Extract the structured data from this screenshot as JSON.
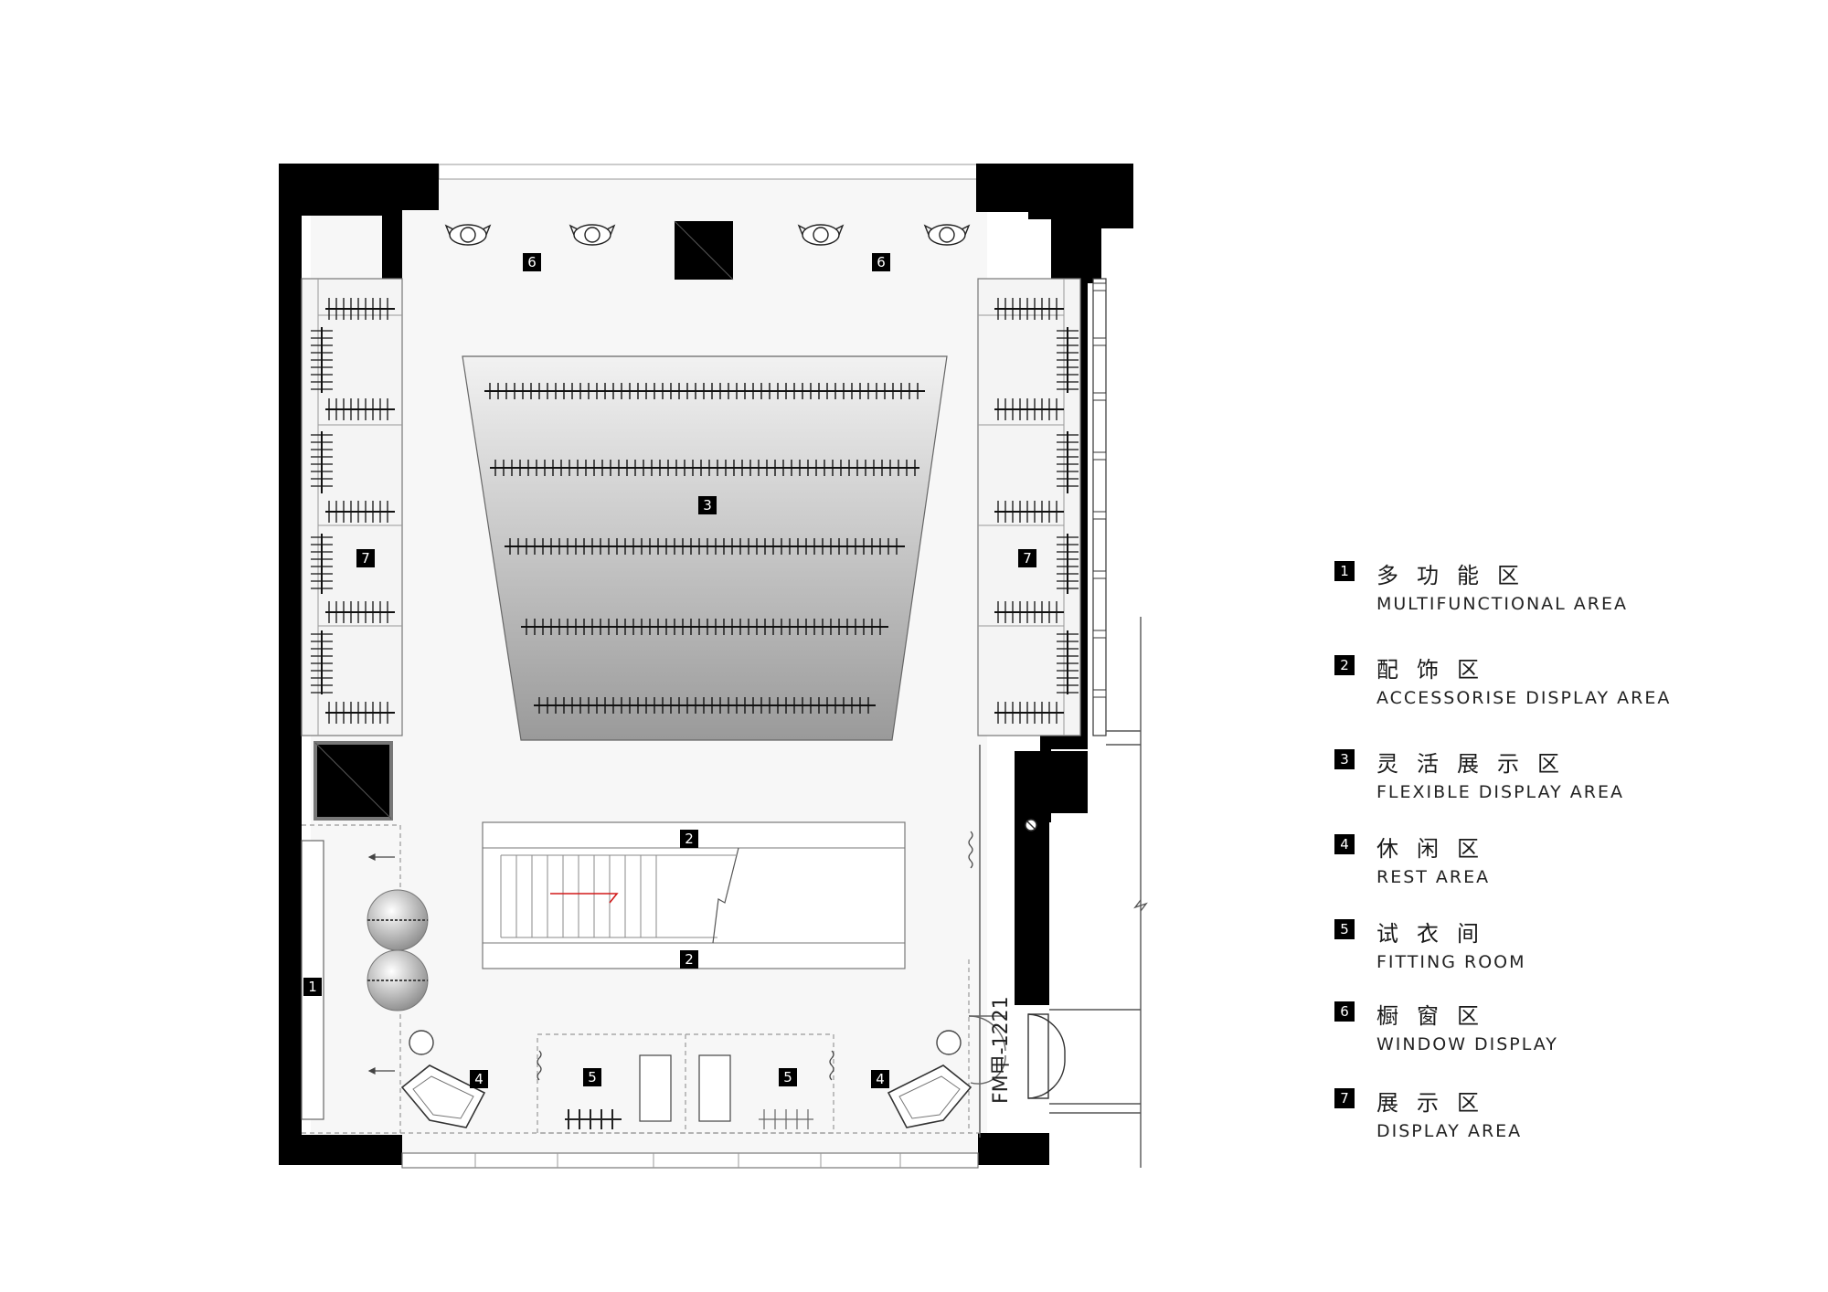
{
  "plan": {
    "door_code": "FM甲-1221",
    "zone_labels": [
      {
        "id": "6",
        "num": "6"
      },
      {
        "id": "6b",
        "num": "6"
      },
      {
        "id": "3",
        "num": "3"
      },
      {
        "id": "7",
        "num": "7"
      },
      {
        "id": "7b",
        "num": "7"
      },
      {
        "id": "2",
        "num": "2"
      },
      {
        "id": "2b",
        "num": "2"
      },
      {
        "id": "1",
        "num": "1"
      },
      {
        "id": "4",
        "num": "4"
      },
      {
        "id": "4b",
        "num": "4"
      },
      {
        "id": "5",
        "num": "5"
      },
      {
        "id": "5b",
        "num": "5"
      }
    ]
  },
  "legend": {
    "items": [
      {
        "num": "1",
        "cn": "多功能区",
        "en": "MULTIFUNCTIONAL AREA"
      },
      {
        "num": "2",
        "cn": "配饰区",
        "en": "ACCESSORISE DISPLAY AREA"
      },
      {
        "num": "3",
        "cn": "灵活展示区",
        "en": "FLEXIBLE DISPLAY AREA"
      },
      {
        "num": "4",
        "cn": "休闲区",
        "en": "REST      AREA"
      },
      {
        "num": "5",
        "cn": "试衣间",
        "en": "FITTING  ROOM"
      },
      {
        "num": "6",
        "cn": "橱窗区",
        "en": "WINDOW DISPLAY"
      },
      {
        "num": "7",
        "cn": "展示区",
        "en": "DISPLAY AREA"
      }
    ]
  }
}
